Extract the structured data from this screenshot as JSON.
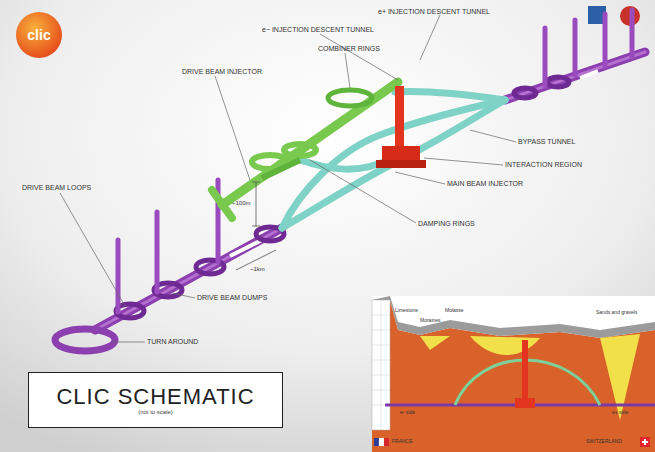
{
  "diagram": {
    "nodes": [
      {
        "text": [
          "clic"
        ]
      },
      {
        "text": [
          "CLIC SCHEMATIC",
          "(not to scale)"
        ]
      }
    ],
    "labels": [
      "e+ INJECTION DESCENT TUNNEL",
      "e− INJECTION DESCENT TUNNEL",
      "COMBINER RINGS",
      "DRIVE BEAM INJECTOR",
      "BYPASS TUNNEL",
      "INTERACTION REGION",
      "MAIN BEAM INJECTOR",
      "DAMPING RINGS",
      "DRIVE BEAM LOOPS",
      "DRIVE BEAM DUMPS",
      "TURN AROUND",
      "~100m",
      "~1km",
      "Limestone",
      "Moraines",
      "Molasse",
      "Sands and gravels",
      "e- side",
      "e+ side",
      "FRANCE",
      "SWITZERLAND"
    ]
  }
}
